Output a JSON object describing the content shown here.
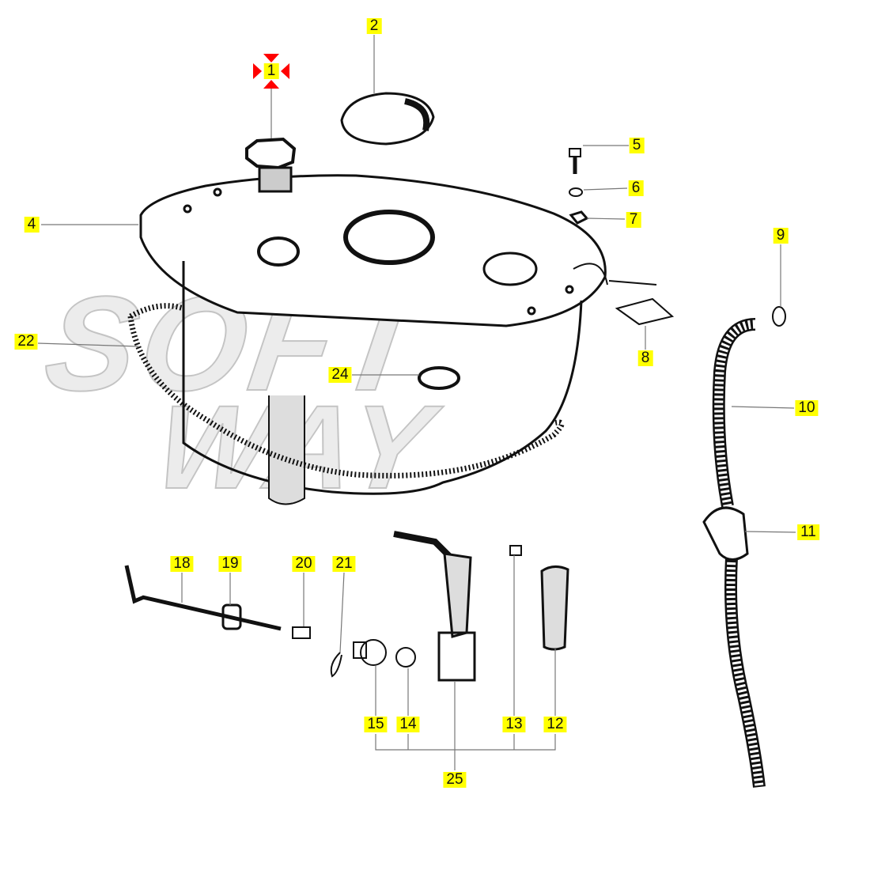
{
  "diagram": {
    "watermark": [
      "SOFT",
      "WAY"
    ],
    "selected_label": "1",
    "colors": {
      "label_bg": "#ffff00",
      "selection_marker": "#ff0000",
      "line": "#777777",
      "ink": "#111111"
    },
    "labels": [
      {
        "id": "1",
        "text": "1"
      },
      {
        "id": "2",
        "text": "2"
      },
      {
        "id": "4",
        "text": "4"
      },
      {
        "id": "5",
        "text": "5"
      },
      {
        "id": "6",
        "text": "6"
      },
      {
        "id": "7",
        "text": "7"
      },
      {
        "id": "8",
        "text": "8"
      },
      {
        "id": "9",
        "text": "9"
      },
      {
        "id": "10",
        "text": "10"
      },
      {
        "id": "11",
        "text": "11"
      },
      {
        "id": "12",
        "text": "12"
      },
      {
        "id": "13",
        "text": "13"
      },
      {
        "id": "14",
        "text": "14"
      },
      {
        "id": "15",
        "text": "15"
      },
      {
        "id": "18",
        "text": "18"
      },
      {
        "id": "19",
        "text": "19"
      },
      {
        "id": "20",
        "text": "20"
      },
      {
        "id": "21",
        "text": "21"
      },
      {
        "id": "22",
        "text": "22"
      },
      {
        "id": "24",
        "text": "24"
      },
      {
        "id": "25",
        "text": "25"
      }
    ]
  }
}
